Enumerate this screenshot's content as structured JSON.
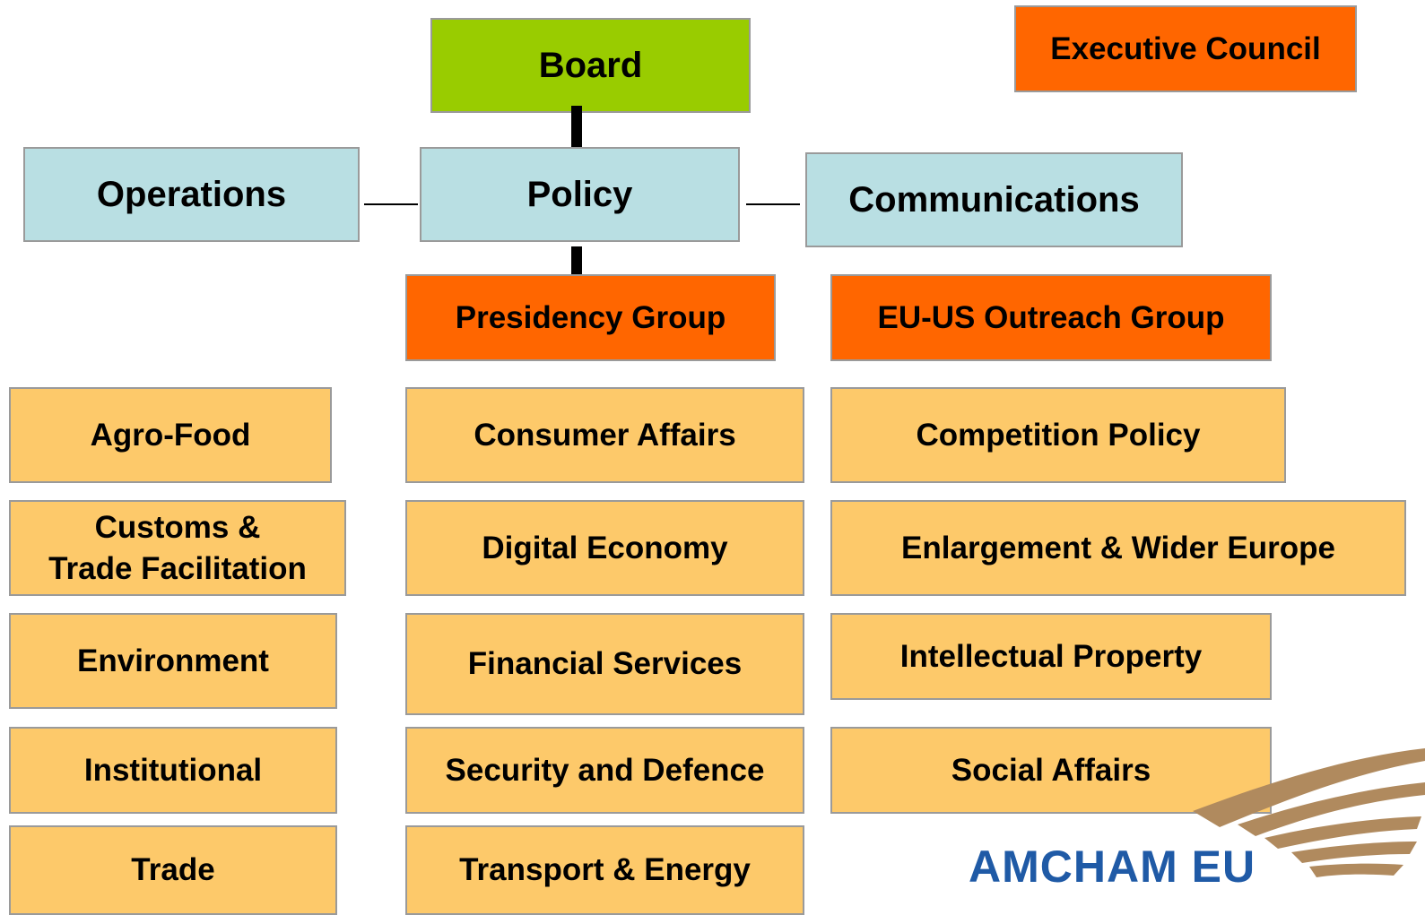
{
  "top": {
    "board": "Board",
    "executive_council": "Executive Council"
  },
  "middle": {
    "operations": "Operations",
    "policy": "Policy",
    "communications": "Communications"
  },
  "groups": {
    "presidency": "Presidency Group",
    "eu_us_outreach": "EU-US Outreach Group"
  },
  "committees": {
    "left": [
      "Agro-Food",
      "Customs &",
      "Trade Facilitation",
      "Environment",
      "Institutional",
      "Trade"
    ],
    "center": [
      "Consumer Affairs",
      "Digital Economy",
      "Financial Services",
      "Security and Defence",
      "Transport & Energy"
    ],
    "right": [
      "Competition Policy",
      "Enlargement & Wider Europe",
      "Intellectual Property",
      "Social Affairs"
    ]
  },
  "logo": {
    "text": "AMCHAM EU"
  },
  "colors": {
    "board": "#99cc00",
    "functions": "#b9dfe3",
    "groups": "#ff6600",
    "committees": "#fdc96a",
    "logo_text": "#1f5aa6",
    "logo_wing": "#b08a5e"
  }
}
